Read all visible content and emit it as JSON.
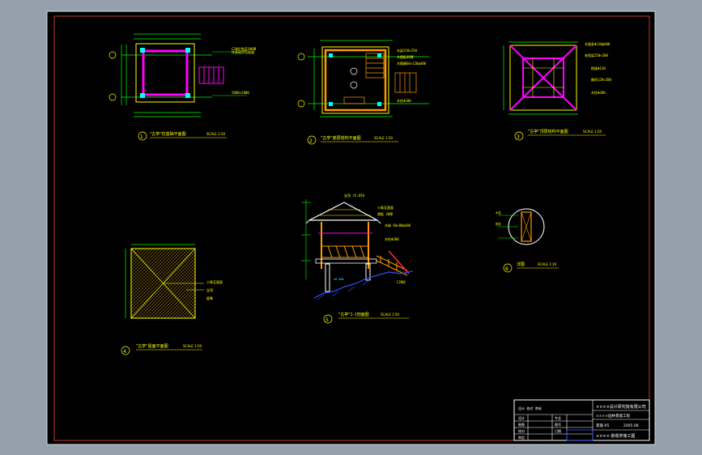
{
  "viewport": {
    "background": "#95a0ad",
    "sheet_color": "#000000",
    "frame_color": "#c0392b"
  },
  "views": {
    "v1": {
      "number": "1",
      "title": "\"古亭\"柱基础平面图",
      "scale": "SCALE 1:50"
    },
    "v2": {
      "number": "2",
      "title": "\"古亭\"底层结构平面图",
      "scale": "SCALE 1:50"
    },
    "v3": {
      "number": "3",
      "title": "\"古亭\"顶层结构平面图",
      "scale": "SCALE 1:50"
    },
    "v4": {
      "number": "4",
      "title": "\"古亭\"屋面平面图",
      "scale": "SCALE 1:50"
    },
    "v5": {
      "number": "5",
      "title": "\"古亭\"1-1剖面图",
      "scale": "SCALE 1:50"
    },
    "v6": {
      "number": "6",
      "title": "详图",
      "scale": "SCALE 1:10"
    }
  },
  "title_block": {
    "company": "××××设计研究院有限公司",
    "project": "××××园林景观工程",
    "sheet_name": "××××·景观亭施工图",
    "drawing_code": "景施-05",
    "date": "2005.08"
  },
  "colors": {
    "yellow": "#ffff00",
    "green": "#00ff00",
    "magenta": "#ff00ff",
    "cyan": "#00ffff",
    "red": "#ff3030",
    "blue": "#3050ff",
    "white": "#ffffff",
    "orange": "#ff9900"
  }
}
